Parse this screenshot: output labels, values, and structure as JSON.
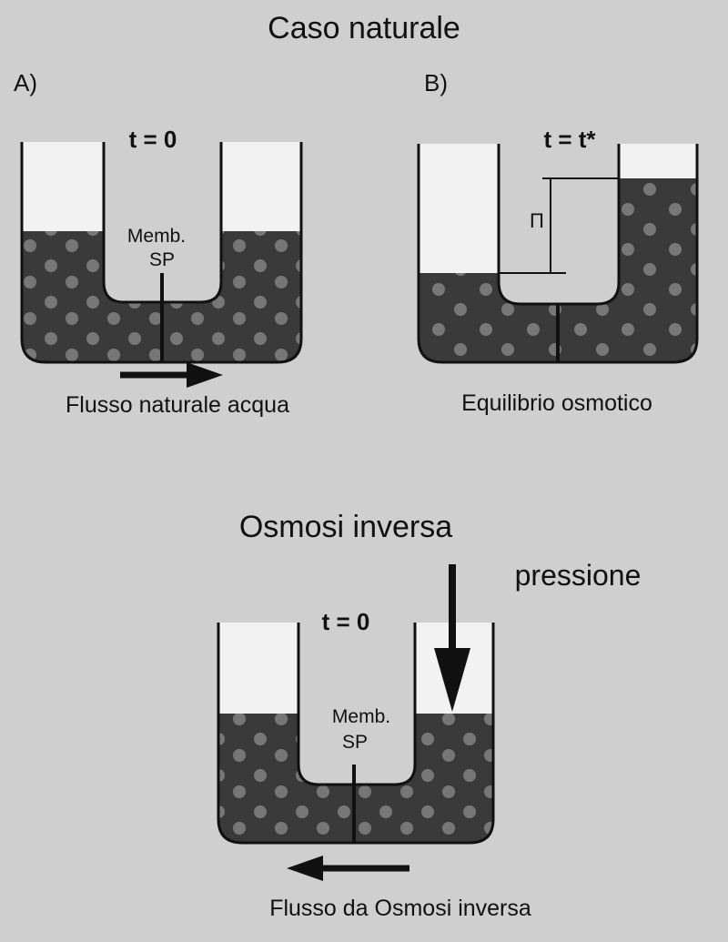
{
  "sections": {
    "natural": {
      "title": "Caso naturale",
      "panel_a": {
        "label": "A)",
        "time": "t = 0",
        "membrane_line1": "Memb.",
        "membrane_line2": "SP",
        "caption": "Flusso naturale acqua",
        "flow_direction": "right"
      },
      "panel_b": {
        "label": "B)",
        "time": "t = t*",
        "pressure_symbol": "Π",
        "caption": "Equilibrio osmotico"
      }
    },
    "reverse": {
      "title": "Osmosi inversa",
      "pressure_label": "pressione",
      "time": "t = 0",
      "membrane_line1": "Memb.",
      "membrane_line2": "SP",
      "caption": "Flusso da Osmosi inversa",
      "flow_direction": "left"
    }
  },
  "colors": {
    "background": "#cfcfcf",
    "liquid": "#3a3a3a",
    "particles": "#8a8a8a",
    "empty_tube": "#f2f2f2",
    "outline": "#111111"
  }
}
